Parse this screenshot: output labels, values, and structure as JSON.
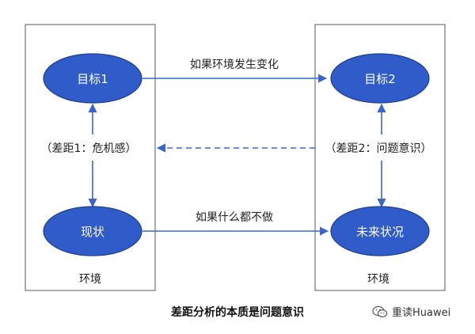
{
  "nodes": {
    "goal1": "目标1",
    "goal2": "目标2",
    "current": "现状",
    "future": "未来状况"
  },
  "gaps": {
    "gap1": "（差距1：危机感）",
    "gap2": "（差距2：问题意识）"
  },
  "arrows": {
    "top": "如果环境发生变化",
    "bottom": "如果什么都不做"
  },
  "environments": {
    "left": "环境",
    "right": "环境"
  },
  "caption": "差距分析的本质是问题意识",
  "watermark": {
    "text": "重读Huawei",
    "icon": "wechat-icon"
  },
  "colors": {
    "node_fill": "#2f5cc9",
    "node_stroke": "#1f3f8f",
    "arrow": "#3a66cc",
    "box_stroke": "#555555"
  }
}
